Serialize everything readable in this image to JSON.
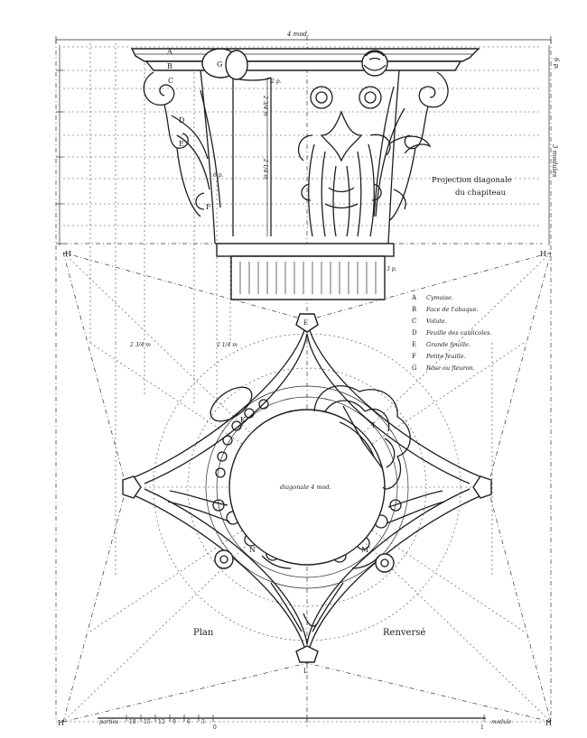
{
  "top_scale": "4 mod.",
  "right_scale": "6 p.",
  "side_modules": "3 modules",
  "projection_title_1": "Projection diagonale",
  "projection_title_2": "du chapiteau",
  "corner_label": "H",
  "axis_letter": "E",
  "bottom_axis_letter": "L",
  "side_marks": [
    "2 3/4 m",
    "2 1/4 m"
  ],
  "small_dims": [
    "3 p.",
    "6 p.",
    "2 p."
  ],
  "top_letters": [
    "A",
    "B",
    "C",
    "D",
    "E",
    "F",
    "G"
  ],
  "plan_letters": {
    "K": "K",
    "N": "N",
    "M": "M",
    "I": "I"
  },
  "diagonal": "diagonale 4 mod.",
  "plan_word": "Plan",
  "reverse_word": "Renversé",
  "legend": [
    {
      "key": "A",
      "text": "Cymaise."
    },
    {
      "key": "B",
      "text": "Face de l'abaque."
    },
    {
      "key": "C",
      "text": "Volute."
    },
    {
      "key": "D",
      "text": "Feuille des caulicoles."
    },
    {
      "key": "E",
      "text": "Grande feuille."
    },
    {
      "key": "F",
      "text": "Petite feuille."
    },
    {
      "key": "G",
      "text": "Rose ou fleuron."
    }
  ],
  "scale": {
    "label": "parties",
    "ticks": [
      "18",
      "15",
      "12",
      "9",
      "6",
      "3"
    ],
    "zero": "0",
    "end": "1",
    "unit": "module"
  },
  "colors": {
    "ink": "#1e1e1e",
    "paper": "#ffffff"
  }
}
